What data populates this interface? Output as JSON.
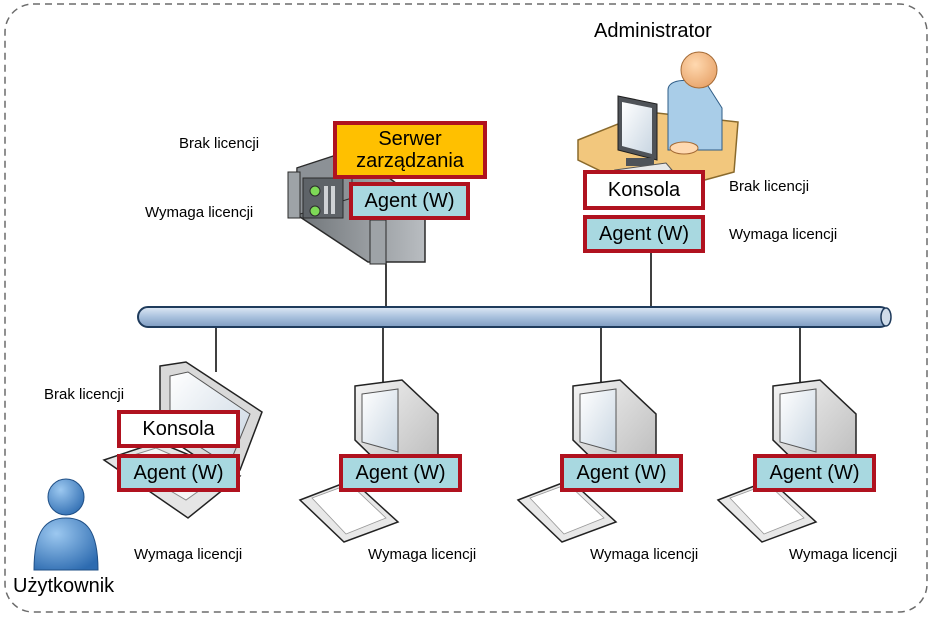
{
  "administrator": {
    "role": "Administrator",
    "console": "Konsola",
    "agent": "Agent (W)",
    "console_license": "Brak licencji",
    "agent_license": "Wymaga licencji"
  },
  "server": {
    "line1": "Serwer",
    "line2": "zarządzania",
    "agent": "Agent (W)",
    "server_license": "Brak licencji",
    "agent_license": "Wymaga licencji"
  },
  "user": {
    "role": "Użytkownik",
    "console": "Konsola",
    "agent": "Agent (W)",
    "console_license": "Brak licencji",
    "agent_license": "Wymaga licencji"
  },
  "workstations": [
    {
      "agent": "Agent (W)",
      "license": "Wymaga licencji"
    },
    {
      "agent": "Agent (W)",
      "license": "Wymaga licencji"
    },
    {
      "agent": "Agent (W)",
      "license": "Wymaga licencji"
    }
  ],
  "colors": {
    "border": "#b0121f",
    "agent_fill": "#a8d8e0",
    "server_fill": "#ffc000",
    "bus_fill": "#b9cfe4",
    "bus_stroke": "#1f3b5c"
  }
}
